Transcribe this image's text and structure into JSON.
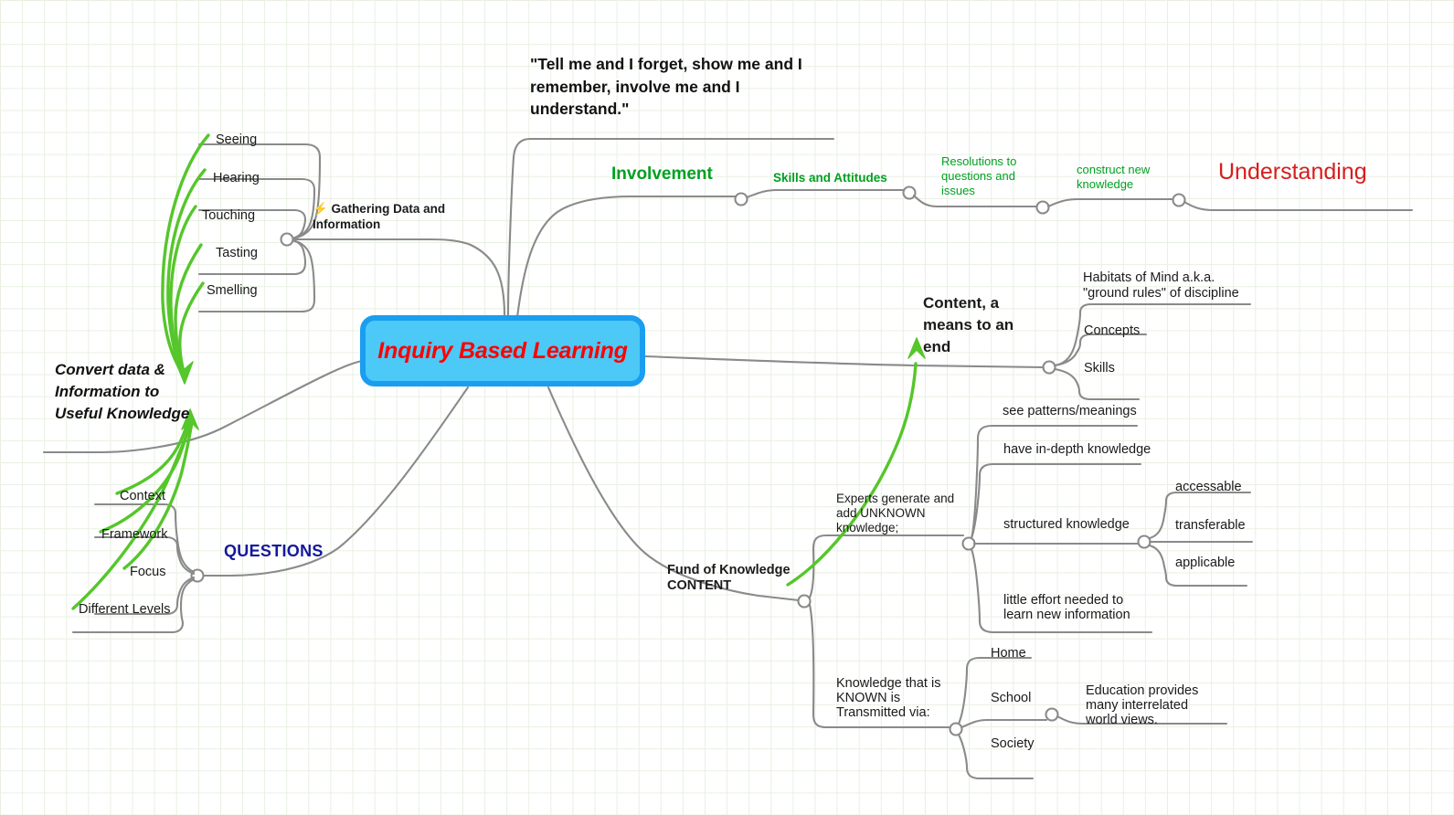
{
  "diagram": {
    "title": "Inquiry Based Learning",
    "type": "mind-map",
    "background": "#ffffff",
    "grid_color": "#e8f0e2",
    "colors": {
      "central_fill": "#4cc9f7",
      "central_border": "#1a9ef0",
      "central_text": "#ff0000",
      "branch_line": "#8a8a8a",
      "green_accent": "#00a020",
      "green_arrow": "#55c62b",
      "red_accent": "#d61d1d",
      "navy_accent": "#15189c",
      "text": "#1a1a1a"
    }
  },
  "central_node": {
    "label": "Inquiry Based Learning"
  },
  "quote": {
    "text": "\"Tell me and I forget, show me and I remember, involve me and I understand.\""
  },
  "branches": {
    "gathering": {
      "label": "⚡ Gathering Data and Information",
      "icon": "lightning-bolt-icon",
      "children": [
        {
          "label": "Seeing"
        },
        {
          "label": "Hearing"
        },
        {
          "label": "Touching"
        },
        {
          "label": "Tasting"
        },
        {
          "label": "Smelling"
        }
      ]
    },
    "convert": {
      "label": "Convert data & Information to Useful Knowledge"
    },
    "questions": {
      "label": "QUESTIONS",
      "children": [
        {
          "label": "Context"
        },
        {
          "label": "Framework"
        },
        {
          "label": "Focus"
        },
        {
          "label": "Different Levels"
        }
      ]
    },
    "involvement": {
      "label": "Involvement",
      "chain": [
        {
          "label": "Skills and Attitudes"
        },
        {
          "label": "Resolutions to questions and issues"
        },
        {
          "label": "construct new knowledge"
        },
        {
          "label": "Understanding"
        }
      ]
    },
    "content_means": {
      "label": "Content, a means to an end",
      "children": [
        {
          "label": "Habitats of Mind a.k.a. \"ground rules\" of  discipline"
        },
        {
          "label": "Concepts"
        },
        {
          "label": "Skills"
        }
      ]
    },
    "fund_of_knowledge": {
      "label": "Fund of Knowledge CONTENT",
      "experts": {
        "label": "Experts generate and add UNKNOWN knowledge;",
        "children": [
          {
            "label": "see patterns/meanings"
          },
          {
            "label": "have in-depth knowledge"
          },
          {
            "label": "structured knowledge",
            "children": [
              {
                "label": "accessable"
              },
              {
                "label": "transferable"
              },
              {
                "label": "applicable"
              }
            ]
          },
          {
            "label": "little effort needed to learn new information"
          }
        ]
      },
      "known": {
        "label": "Knowledge that is KNOWN is Transmitted via:",
        "children": [
          {
            "label": "Home"
          },
          {
            "label": "School",
            "children": [
              {
                "label": "Education provides many interrelated world views."
              }
            ]
          },
          {
            "label": "Society"
          }
        ]
      }
    }
  }
}
